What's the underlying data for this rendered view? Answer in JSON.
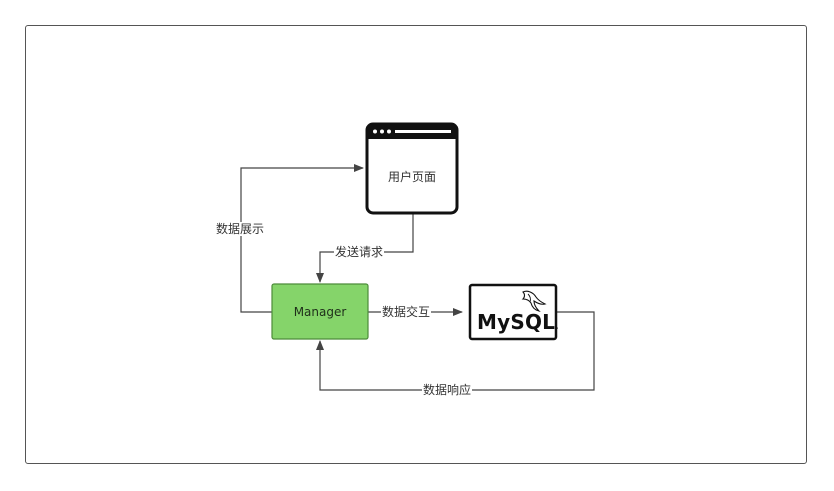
{
  "diagram": {
    "nodes": {
      "user_page": {
        "label": "用户页面",
        "icon": "browser-window-icon"
      },
      "manager": {
        "label": "Manager",
        "fill": "#85d46a",
        "stroke": "#4d8c3a"
      },
      "mysql": {
        "label": "MySQL",
        "suffix": ".",
        "icon": "mysql-dolphin-icon"
      }
    },
    "edges": {
      "send_request": "发送请求",
      "data_display": "数据展示",
      "data_exchange": "数据交互",
      "data_response": "数据响应"
    },
    "colors": {
      "line": "#444444",
      "frame": "#555555",
      "manager_fill": "#85d46a"
    }
  }
}
